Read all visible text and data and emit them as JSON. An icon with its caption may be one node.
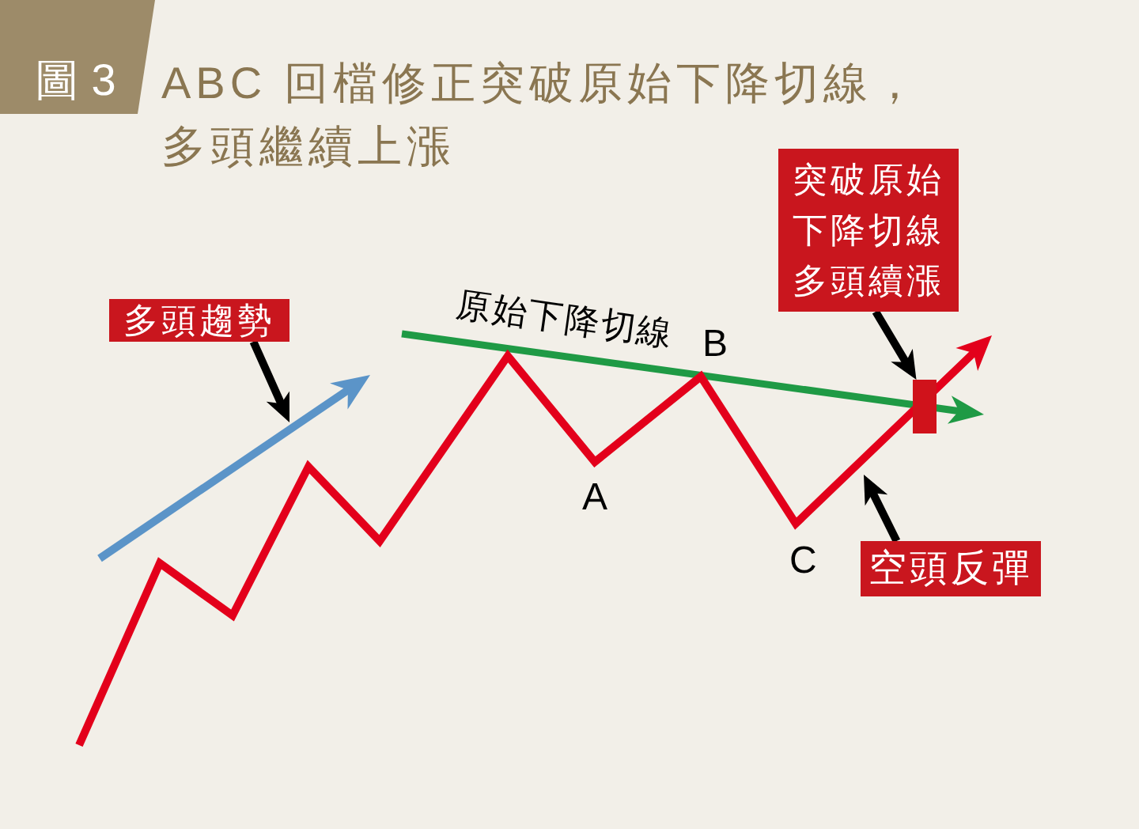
{
  "diagram": {
    "title": "ABC 回檔修正突破原始下降切線，多頭繼續上漲",
    "nodes": [
      {
        "text": [
          "圖 3"
        ]
      },
      {
        "text": [
          "突破原始下降切線多頭續漲"
        ]
      },
      {
        "text": [
          "多頭趨勢"
        ]
      },
      {
        "text": [],
        "shape": "bar"
      },
      {
        "text": [
          "空頭反彈"
        ]
      }
    ],
    "edges": [
      {
        "from": 2,
        "to": null,
        "arrow": "to"
      },
      {
        "from": 1,
        "to": 3,
        "arrow": "to"
      },
      {
        "from": 4,
        "to": null,
        "arrow": "to"
      }
    ],
    "labels": [
      "原始下降切線",
      "B",
      "A",
      "C"
    ]
  }
}
